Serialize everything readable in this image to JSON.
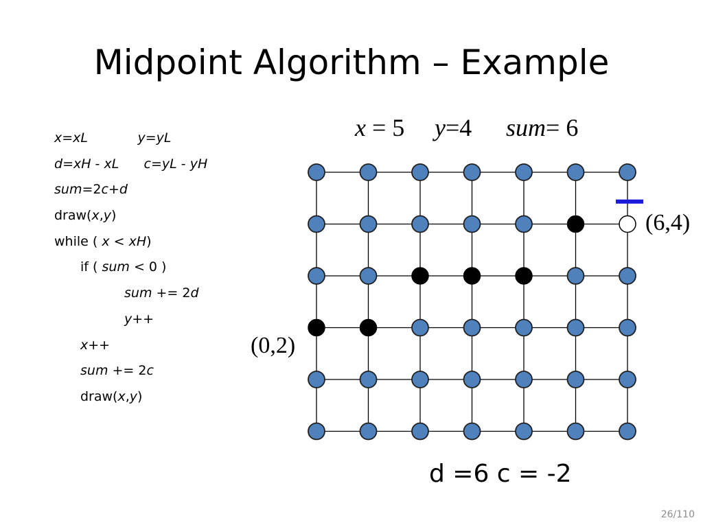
{
  "slide": {
    "title": "Midpoint Algorithm – Example",
    "page_number": "26/110"
  },
  "code": {
    "lines": [
      {
        "indent": 0,
        "segments": [
          [
            "x",
            "i"
          ],
          [
            "=",
            ""
          ],
          [
            "xL",
            "i"
          ],
          [
            "            ",
            ""
          ],
          [
            "y",
            "i"
          ],
          [
            "=",
            ""
          ],
          [
            "yL",
            "i"
          ]
        ]
      },
      {
        "indent": 0,
        "segments": [
          [
            "d",
            "i"
          ],
          [
            "=",
            ""
          ],
          [
            "xH",
            "i"
          ],
          [
            " - ",
            ""
          ],
          [
            "xL",
            "i"
          ],
          [
            "      ",
            ""
          ],
          [
            "c",
            "i"
          ],
          [
            "=",
            ""
          ],
          [
            "yL",
            "i"
          ],
          [
            " - ",
            ""
          ],
          [
            "yH",
            "i"
          ]
        ]
      },
      {
        "indent": 0,
        "segments": [
          [
            "sum",
            "i"
          ],
          [
            "=2",
            ""
          ],
          [
            "c",
            "i"
          ],
          [
            "+",
            ""
          ],
          [
            "d",
            "i"
          ]
        ]
      },
      {
        "indent": 0,
        "segments": [
          [
            "draw(",
            ""
          ],
          [
            "x",
            "i"
          ],
          [
            ",",
            ""
          ],
          [
            "y",
            "i"
          ],
          [
            ")",
            ""
          ]
        ]
      },
      {
        "indent": 0,
        "segments": [
          [
            "while ( ",
            ""
          ],
          [
            "x",
            "i"
          ],
          [
            " < ",
            ""
          ],
          [
            "xH",
            "i"
          ],
          [
            ")",
            ""
          ]
        ]
      },
      {
        "indent": 1,
        "segments": [
          [
            "if ( ",
            ""
          ],
          [
            "sum",
            "i"
          ],
          [
            " < 0 )",
            ""
          ]
        ]
      },
      {
        "indent": 2,
        "segments": [
          [
            "sum",
            "i"
          ],
          [
            " += 2",
            ""
          ],
          [
            "d",
            "i"
          ]
        ]
      },
      {
        "indent": 2,
        "segments": [
          [
            "y++",
            "i"
          ]
        ]
      },
      {
        "indent": 1,
        "segments": [
          [
            "x++",
            "i"
          ]
        ]
      },
      {
        "indent": 1,
        "segments": [
          [
            "sum",
            "i"
          ],
          [
            " += 2",
            ""
          ],
          [
            "c",
            "i"
          ]
        ]
      },
      {
        "indent": 1,
        "segments": [
          [
            "draw(",
            ""
          ],
          [
            "x",
            "i"
          ],
          [
            ",",
            ""
          ],
          [
            "y",
            "i"
          ],
          [
            ")",
            ""
          ]
        ]
      }
    ]
  },
  "state": {
    "x_var": "x",
    "x_eq": " = 5",
    "y_var": "y",
    "y_eq": "=4",
    "sum_var": "sum",
    "sum_eq": "= 6"
  },
  "grid": {
    "columns": 7,
    "rows": 6,
    "filled_points": [
      [
        0,
        2
      ],
      [
        1,
        2
      ],
      [
        2,
        3
      ],
      [
        3,
        3
      ],
      [
        4,
        3
      ],
      [
        5,
        4
      ]
    ],
    "current_point": [
      6,
      4
    ],
    "colors": {
      "node_fill": "#4f81bd",
      "node_stroke": "#1f1f1f",
      "filled": "#000000",
      "marker": "#1a1adb",
      "line": "#000000"
    }
  },
  "labels": {
    "start_point": "(0,2)",
    "end_point": "(6,4)",
    "d_c": "d =6 c = -2"
  }
}
